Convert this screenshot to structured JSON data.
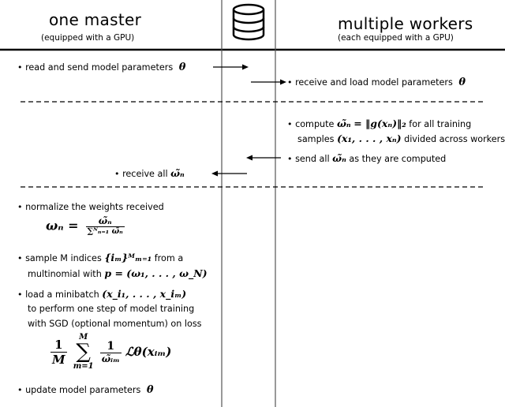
{
  "header": {
    "master_title": "one master",
    "master_subtitle": "(equipped with a GPU)",
    "workers_title": "multiple workers",
    "workers_subtitle": "(each equipped with a GPU)",
    "database_icon": "database-icon"
  },
  "steps": {
    "read_send": "read and send model parameters",
    "receive_load": "receive and load model parameters",
    "compute_prefix": "compute",
    "compute_suffix": "for all training",
    "samples_prefix": "samples",
    "samples_suffix": "divided across workers",
    "send_all_prefix": "send all",
    "send_all_suffix": "as they are computed",
    "receive_all": "receive all",
    "normalize": "normalize the weights received",
    "sample_prefix": "sample M indices",
    "sample_suffix": "from a",
    "multinomial": "multinomial with",
    "load_minibatch": "load a minibatch",
    "perform_step": "to perform one step of model training",
    "sgd": "with SGD (optional momentum) on loss",
    "update": "update model parameters"
  },
  "bullet_glyph": "•",
  "math": {
    "theta": "θ",
    "omega_tilde_n": "ω̃ₙ",
    "norm_expr": "= ‖g(xₙ)‖₂",
    "samples_set": "(x₁, . . . , xₙ)",
    "omega_n": "ωₙ =",
    "sum_den": "∑ᴺₙ₌₁ ω̃ₙ",
    "indices_set": "{iₘ}ᴹₘ₌₁",
    "p_expr": "p = (ω₁, . . . , ω_N)",
    "minibatch_set": "(x_i₁, . . . , x_iₘ)",
    "loss_one": "1",
    "loss_M": "M",
    "loss_sum_top": "M",
    "loss_sum_sign": "∑",
    "loss_sum_bottom": "m=1",
    "loss_omega_im": "ω̃ᵢₘ",
    "loss_L": "ℒθ(xᵢₘ)"
  },
  "colors": {
    "ink": "#000000",
    "divider": "#555555",
    "background": "#ffffff"
  }
}
